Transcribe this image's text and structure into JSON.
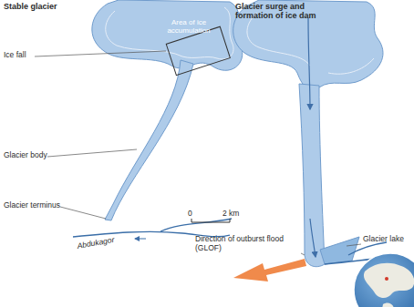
{
  "diagram": {
    "labels": [
      "Stable glacier",
      "Glacier surge and formation of ice dam",
      "Area of ice accumulation",
      "Ice fall",
      "Glacier body",
      "Glacier terminus",
      "Abdukagor",
      "0",
      "2 km",
      "Direction of outburst flood (GLOF)",
      "Glacier lake"
    ]
  }
}
